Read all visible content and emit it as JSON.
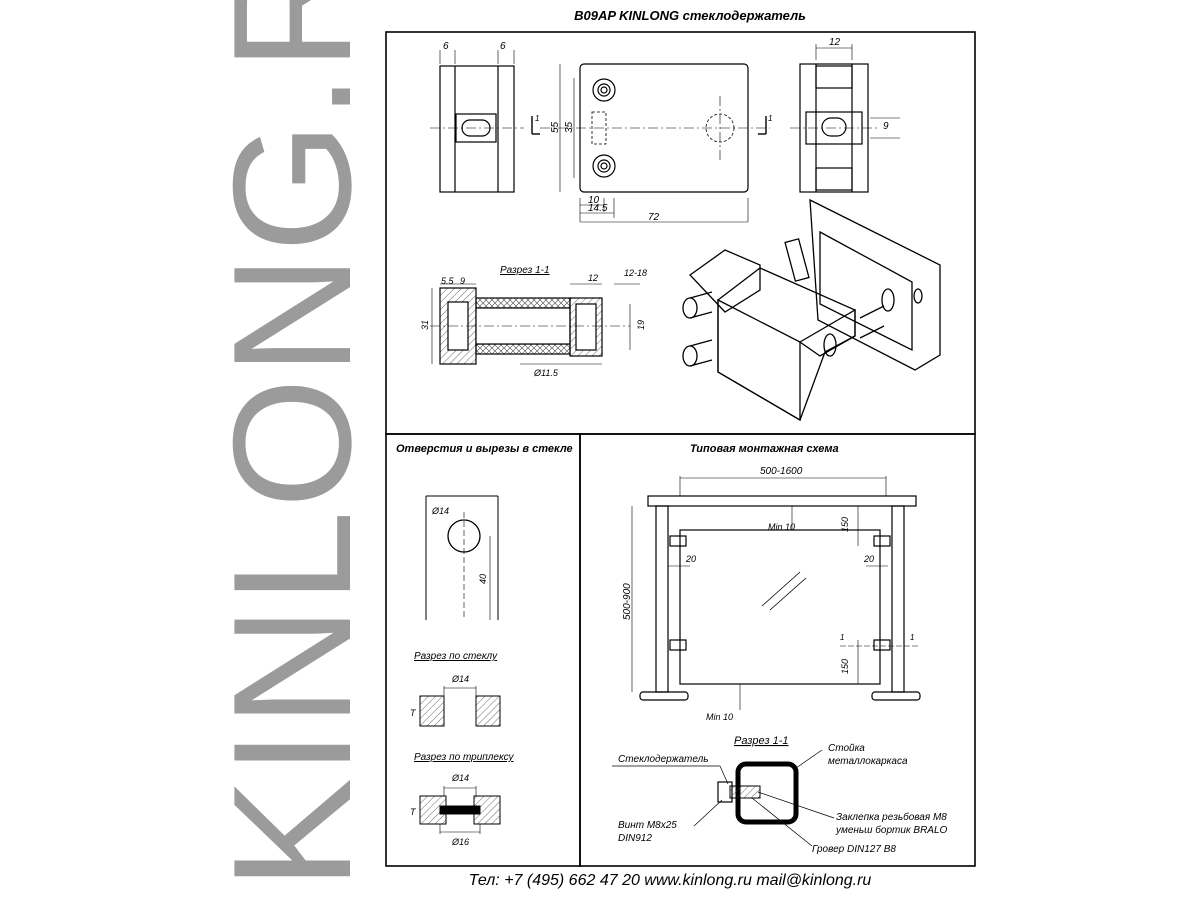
{
  "brand_text": "KINLONG.RU",
  "title": "B09AP KINLONG стеклодержатель",
  "footer": "Тел: +7 (495) 662 47 20 www.kinlong.ru mail@kinlong.ru",
  "colors": {
    "brand": "#9b9b9b",
    "line": "#000000",
    "hatch": "#444444"
  },
  "top_panel": {
    "dims_side": [
      "6",
      "6"
    ],
    "dims_front": {
      "h1": "55",
      "h2": "35",
      "w1": "10",
      "w2": "14.5",
      "w3": "72"
    },
    "dims_right": {
      "top": "12",
      "side": "9"
    },
    "section_mark": "1",
    "section": {
      "title": "Разрез 1-1",
      "d1": "5.5",
      "d2": "9",
      "d3": "12",
      "d4": "12-18",
      "h": "31",
      "h2": "19",
      "dia": "Ø11.5"
    }
  },
  "holes_panel": {
    "title": "Отверстия и вырезы в стекле",
    "hole_dia": "Ø14",
    "dist": "40",
    "glass_cut": {
      "title": "Разрез по стеклу",
      "dia": "Ø14",
      "t": "T"
    },
    "triplex_cut": {
      "title": "Разрез по триплексу",
      "dia_top": "Ø14",
      "dia_bottom": "Ø16",
      "t": "T"
    }
  },
  "mount_panel": {
    "title": "Типовая монтажная схема",
    "width": "500-1600",
    "height": "500-900",
    "min_top": "Min 10",
    "min_bottom": "Min 10",
    "d150a": "150",
    "d150b": "150",
    "d20a": "20",
    "d20b": "20",
    "mark": "1",
    "section": {
      "title": "Разрез 1-1",
      "holder": "Стеклодержатель",
      "post": [
        "Стойка",
        "металлокаркаса"
      ],
      "screw": [
        "Винт M8x25",
        "DIN912"
      ],
      "rivet": [
        "Заклепка резьбовая M8",
        "уменьш бортик BRALO"
      ],
      "washer": "Гровер DIN127 B8"
    }
  }
}
